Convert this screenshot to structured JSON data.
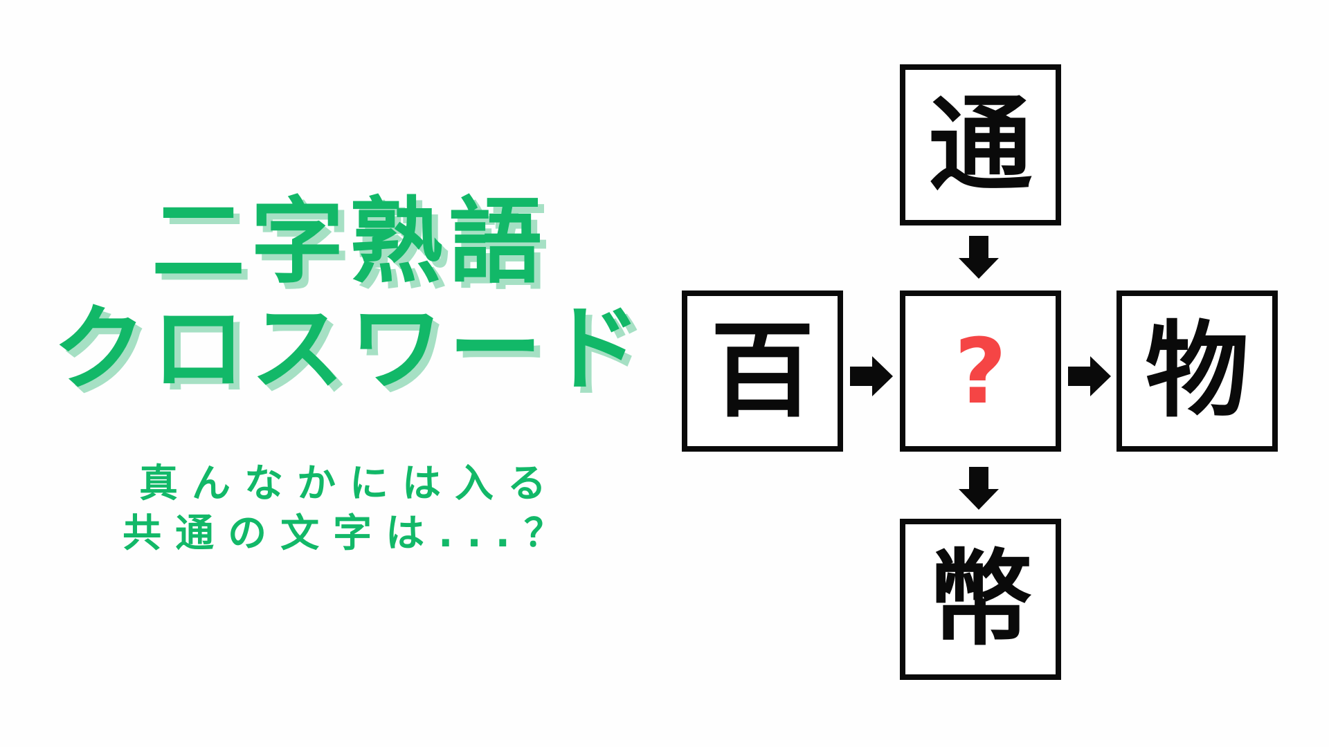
{
  "colors": {
    "background": "#fefefe",
    "title_green": "#12b868",
    "title_shadow": "#a6e0c4",
    "question_red": "#f54545",
    "ink": "#0a0a0a"
  },
  "title": {
    "line1": "二字熟語",
    "line2": "クロスワード"
  },
  "subtitle": {
    "line1": "真んなかには入る",
    "line2": "共通の文字は...？"
  },
  "puzzle": {
    "cells": {
      "top": "通",
      "left": "百",
      "center": "?",
      "right": "物",
      "bottom": "幣"
    },
    "center_is_unknown": true,
    "arrows": [
      {
        "from": "top",
        "to": "center",
        "direction": "down"
      },
      {
        "from": "left",
        "to": "center",
        "direction": "right"
      },
      {
        "from": "center",
        "to": "right",
        "direction": "right"
      },
      {
        "from": "center",
        "to": "bottom",
        "direction": "down"
      }
    ]
  }
}
